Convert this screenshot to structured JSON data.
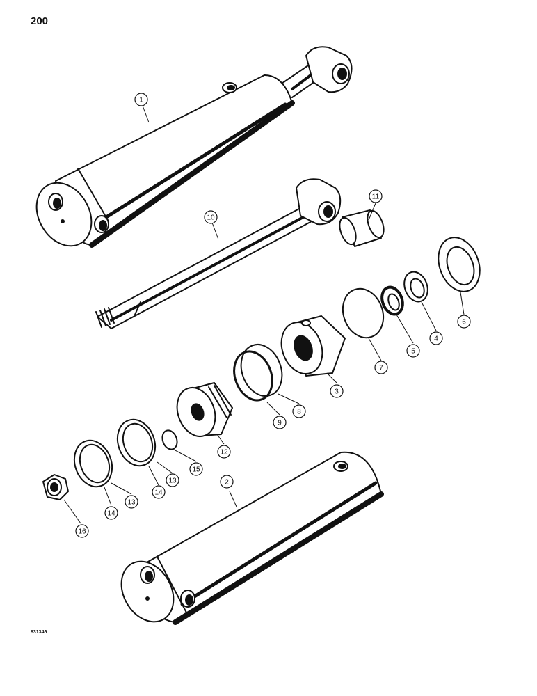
{
  "page_number": "200",
  "drawing_code": "831346",
  "callouts": [
    {
      "label": "1"
    },
    {
      "label": "10"
    },
    {
      "label": "11"
    },
    {
      "label": "6"
    },
    {
      "label": "4"
    },
    {
      "label": "5"
    },
    {
      "label": "7"
    },
    {
      "label": "3"
    },
    {
      "label": "8"
    },
    {
      "label": "9"
    },
    {
      "label": "12"
    },
    {
      "label": "15"
    },
    {
      "label": "13"
    },
    {
      "label": "14"
    },
    {
      "label": "13"
    },
    {
      "label": "14"
    },
    {
      "label": "2"
    },
    {
      "label": "16"
    }
  ]
}
